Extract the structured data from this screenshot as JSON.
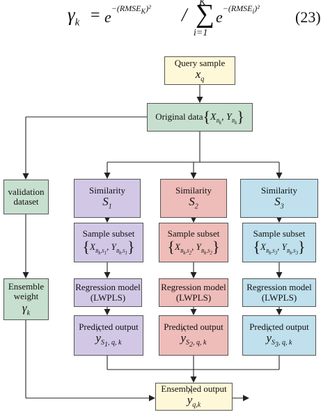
{
  "equation": {
    "lhs": "γ",
    "lhs_sub": "k",
    "equals": "=",
    "e1": "e",
    "e1_exp": "−(RMSE",
    "e1_exp_sub": "K",
    "e1_exp_tail": ")²",
    "slash": "/",
    "sum_top": "K",
    "sum_bottom": "i=1",
    "e2": "e",
    "e2_exp": "−(RMSE",
    "e2_exp_sub": "i",
    "e2_exp_tail": ")²",
    "number": "(23)"
  },
  "nodes": {
    "query": {
      "label": "Query sample",
      "var": "x",
      "var_sub": "q"
    },
    "original": {
      "label": "Original data",
      "x": "X",
      "x_sub": "B",
      "x_subsub": "k",
      "y": "Y",
      "y_sub": "B",
      "y_subsub": "k"
    },
    "validation": {
      "line1": "validation",
      "line2": "dataset"
    },
    "ensemble_weight": {
      "line1": "Ensemble",
      "line2": "weight",
      "var": "γ",
      "var_sub": "k"
    },
    "similarity": [
      {
        "label": "Similarity",
        "var": "S",
        "var_sub": "1"
      },
      {
        "label": "Similarity",
        "var": "S",
        "var_sub": "2"
      },
      {
        "label": "Similarity",
        "var": "S",
        "var_sub": "3"
      }
    ],
    "subset": [
      {
        "label": "Sample subset",
        "x": "X",
        "y": "Y",
        "sub": "B",
        "subsub": "k",
        "s": "S",
        "ssub": "1"
      },
      {
        "label": "Sample subset",
        "x": "X",
        "y": "Y",
        "sub": "B",
        "subsub": "k",
        "s": "S",
        "ssub": "2"
      },
      {
        "label": "Sample subset",
        "x": "X",
        "y": "Y",
        "sub": "B",
        "subsub": "k",
        "s": "S",
        "ssub": "3"
      }
    ],
    "regression": [
      {
        "line1": "Regression model",
        "line2": "(LWPLS)"
      },
      {
        "line1": "Regression model",
        "line2": "(LWPLS)"
      },
      {
        "line1": "Regression model",
        "line2": "(LWPLS)"
      }
    ],
    "predicted": [
      {
        "label": "Predicted output",
        "var": "y",
        "sub": "S",
        "subsub": "1",
        "tail": ", q, k"
      },
      {
        "label": "Predicted output",
        "var": "y",
        "sub": "S",
        "subsub": "2",
        "tail": ", q, k"
      },
      {
        "label": "Predicted output",
        "var": "y",
        "sub": "S",
        "subsub": "3",
        "tail": ", q, k"
      }
    ],
    "ensembled": {
      "label": "Ensembled output",
      "var": "y",
      "var_sub": "q,k"
    }
  },
  "colors": {
    "query": "#fff8d8",
    "original": "#c7dfce",
    "side": "#c7dfce",
    "branch1": "#d2c8e6",
    "branch2": "#eebcb9",
    "branch3": "#bfe0ec",
    "ensembled": "#fff8d8"
  }
}
